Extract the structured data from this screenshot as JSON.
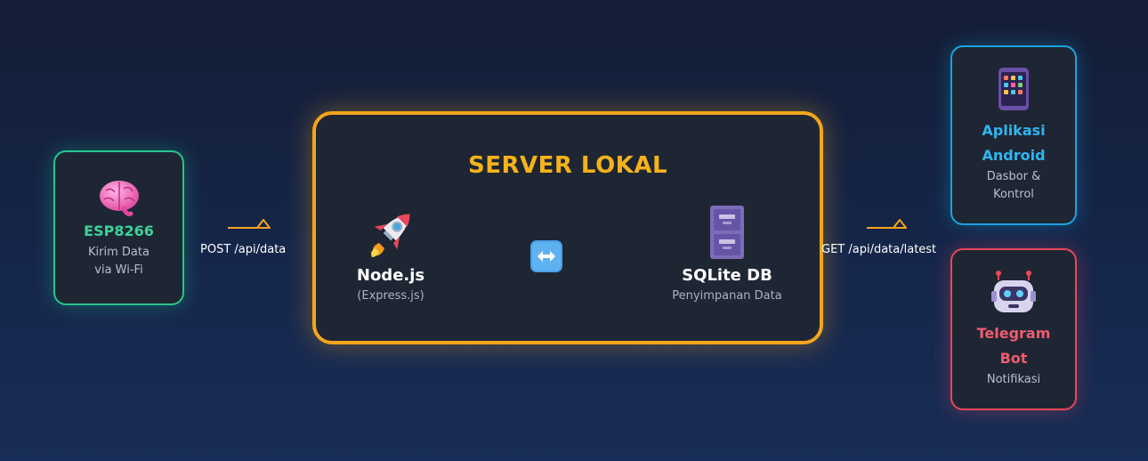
{
  "esp": {
    "icon": "brain-icon",
    "title": "ESP8266",
    "desc_line1": "Kirim Data",
    "desc_line2": "via Wi-Fi",
    "color": "#26c68a"
  },
  "edges": {
    "post_label": "POST /api/data",
    "get_label": "GET /api/data/latest",
    "color": "#f4a51c"
  },
  "server": {
    "title": "SERVER LOKAL",
    "color": "#f4a51c",
    "node": {
      "icon": "rocket-icon",
      "title": "Node.js",
      "subtitle": "(Express.js)"
    },
    "link_icon": "left-right-arrow-icon",
    "db": {
      "icon": "file-cabinet-icon",
      "title": "SQLite DB",
      "subtitle": "Penyimpanan Data"
    }
  },
  "android": {
    "icon": "mobile-app-icon",
    "title_line1": "Aplikasi",
    "title_line2": "Android",
    "desc_line1": "Dasbor &",
    "desc_line2": "Kontrol",
    "color": "#1aa3e0"
  },
  "telegram": {
    "icon": "robot-icon",
    "title_line1": "Telegram",
    "title_line2": "Bot",
    "desc": "Notifikasi",
    "color": "#e8475b"
  }
}
